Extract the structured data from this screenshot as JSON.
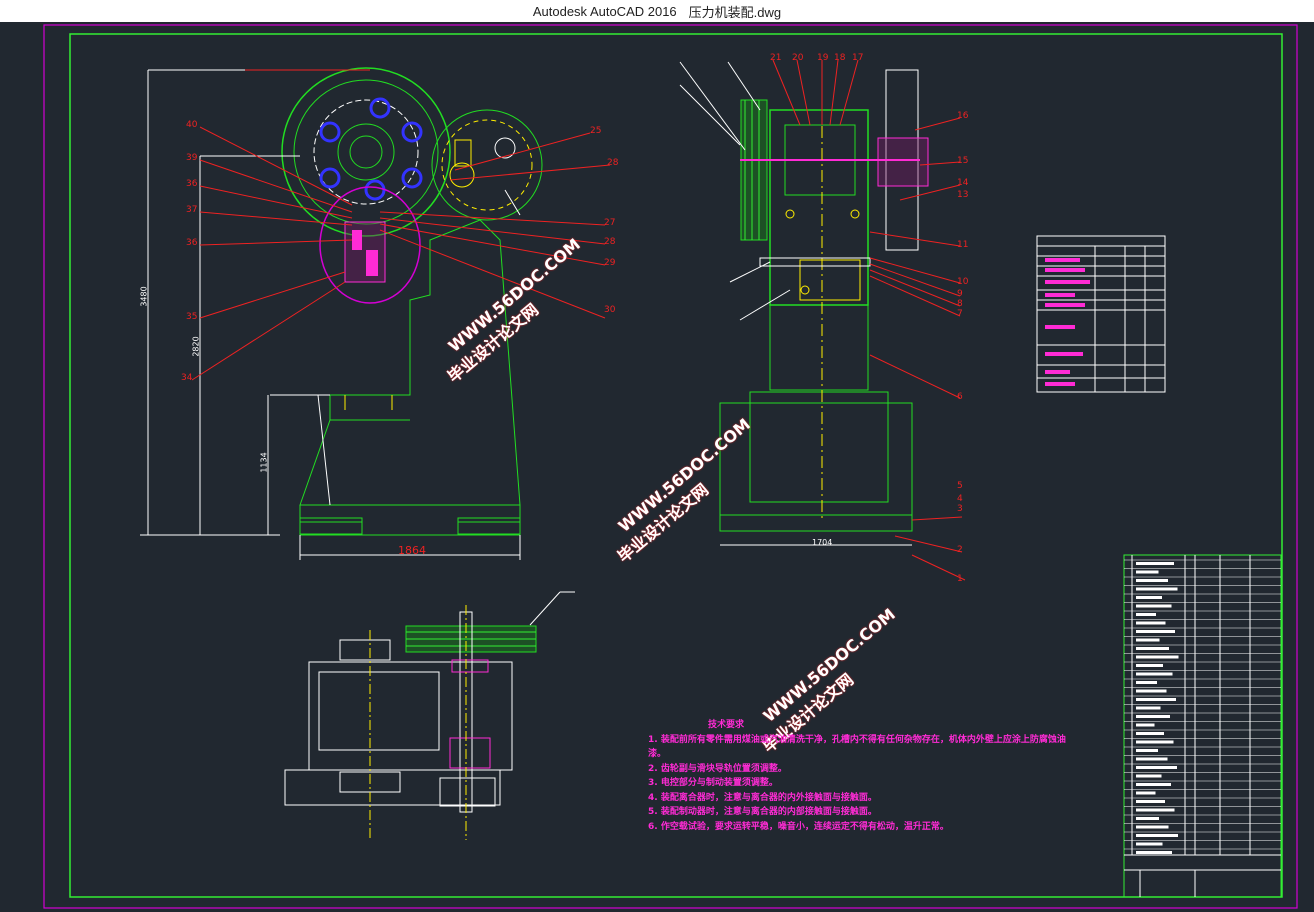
{
  "window": {
    "app_name": "Autodesk AutoCAD 2016",
    "file_name": "压力机装配.dwg"
  },
  "dimensions": {
    "overall_height": "3480",
    "mid_height": "2820",
    "base_height": "1134",
    "base_width_front": "1864",
    "base_width_side": "1704"
  },
  "part_callouts_left": [
    "40",
    "39",
    "36",
    "37",
    "36",
    "35",
    "34",
    "25",
    "28",
    "27",
    "28",
    "29",
    "30"
  ],
  "part_callouts_right": [
    "21",
    "20",
    "19",
    "18",
    "17",
    "16",
    "15",
    "14",
    "13",
    "11",
    "10",
    "9",
    "8",
    "7",
    "6",
    "5",
    "4",
    "3",
    "2",
    "1"
  ],
  "watermarks": {
    "site": "WWW.56DOC.COM",
    "brand": "毕业设计论文网"
  },
  "tech_requirements": {
    "heading": "技术要求",
    "items": [
      "1. 装配前所有零件需用煤油或汽油清洗干净，孔槽内不得有任何杂物存在，机体内外壁上应涂上防腐蚀油漆。",
      "2. 齿轮副与滑块导轨位置须调整。",
      "3. 电控部分与制动装置须调整。",
      "4. 装配离合器时，注意与离合器的内外接触面与接触面。",
      "5. 装配制动器时，注意与离合器的内部接触面与接触面。",
      "6. 作空载试验，要求运转平稳，噪音小，连续运定不得有松动，温升正常。"
    ]
  },
  "colors": {
    "background": "#212830",
    "frame": "#d400d4",
    "border": "#33ee33",
    "outline": "#22dd22",
    "red": "#ee2222",
    "magenta": "#ff2bd5",
    "white": "#ffffff",
    "blue": "#3333ff",
    "yellow": "#ffee00"
  }
}
